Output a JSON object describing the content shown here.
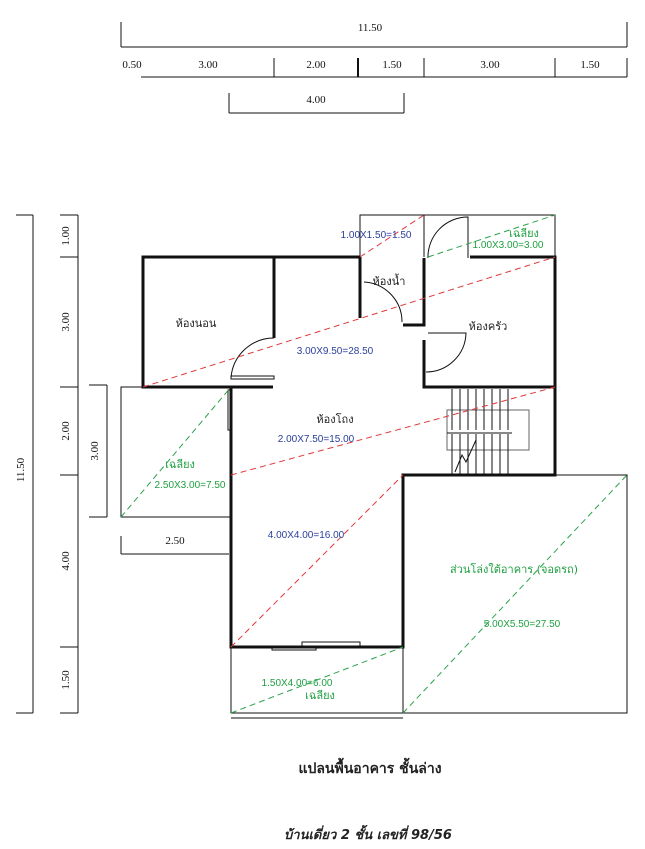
{
  "dimensions": {
    "top_total": "11.50",
    "top_segments": [
      "0.50",
      "3.00",
      "2.00",
      "1.50",
      "3.00",
      "1.50"
    ],
    "top_sub": "4.00",
    "left_total": "11.50",
    "left_segments": [
      "1.00",
      "3.00",
      "2.00",
      "4.00",
      "1.50"
    ],
    "left_sub": "3.00",
    "bottom_sub": "2.50"
  },
  "rooms": {
    "bedroom": "ห้องนอน",
    "bathroom": "ห้องน้ำ",
    "kitchen": "ห้องครัว",
    "living": "ห้องโถง",
    "veranda_top": "เฉลียง",
    "veranda_left": "เฉลียง",
    "veranda_bottom": "เฉลียง",
    "parking": "ส่วนโล่งใต้อาคาร (จอดรถ)"
  },
  "areas": {
    "bathroom": "1.00X1.50=1.50",
    "veranda_top": "1.00X3.00=3.00",
    "main": "3.00X9.50=28.50",
    "living": "2.00X7.50=15.00",
    "veranda_left": "2.50X3.00=7.50",
    "lower": "4.00X4.00=16.00",
    "parking": "5.00X5.50=27.50",
    "veranda_bottom": "1.50X4.00=6.00"
  },
  "title": "แปลนพื้นอาคาร ชั้นล่าง",
  "subtitle": "บ้านเดี่ยว 2 ชั้น เลขที่ 98/56",
  "colors": {
    "red_diag": "#e0393b",
    "green_diag": "#2aa34a",
    "blue_text": "#2a3f9a",
    "green_text": "#1fa040"
  }
}
